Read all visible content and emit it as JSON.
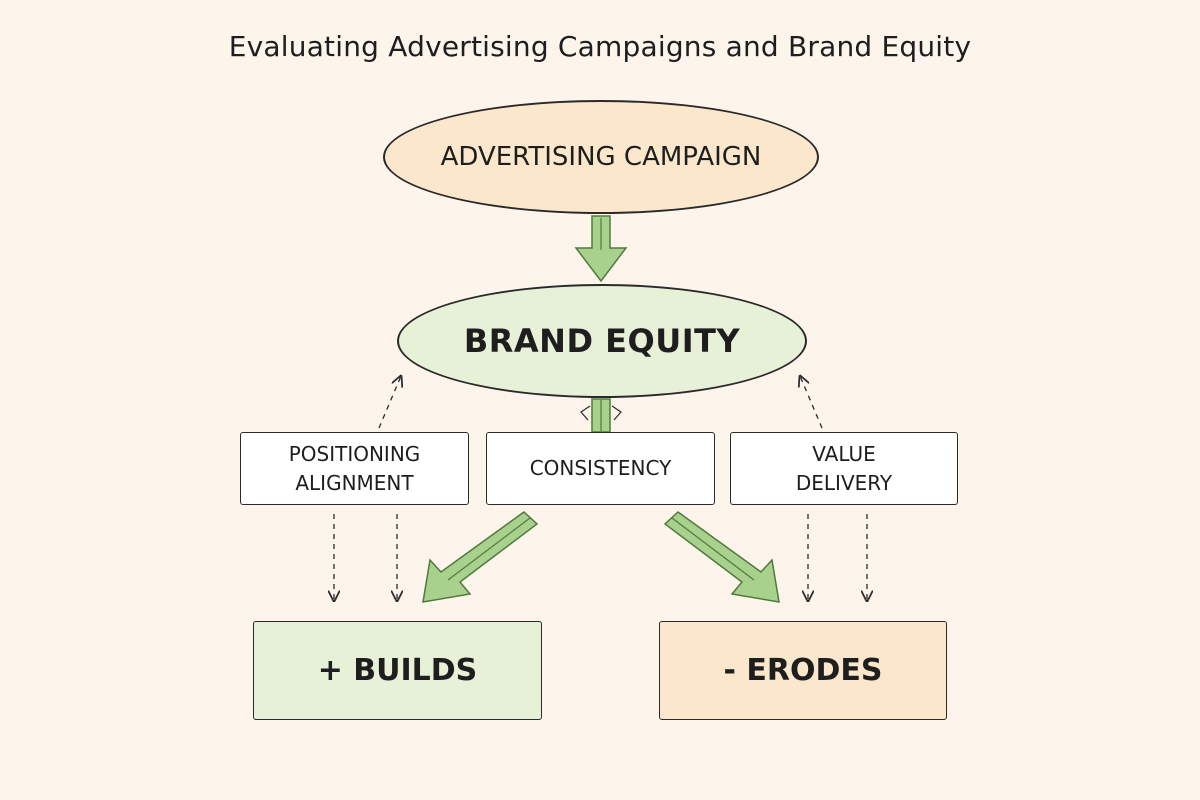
{
  "title": "Evaluating Advertising Campaigns and Brand Equity",
  "nodes": {
    "campaign": "ADVERTISING CAMPAIGN",
    "equity": "BRAND EQUITY"
  },
  "factors": {
    "positioning": [
      "POSITIONING",
      "ALIGNMENT"
    ],
    "consistency": "CONSISTENCY",
    "value": [
      "VALUE",
      "DELIVERY"
    ]
  },
  "outcomes": {
    "builds": "+ BUILDS",
    "erodes": "- ERODES"
  },
  "colors": {
    "background": "#fdf4ec",
    "campaign_fill": "#fbe8cc",
    "equity_fill": "#e6f1d8",
    "arrow_fill": "#a9d18e",
    "arrow_stroke": "#4f7a3c",
    "builds_fill": "#e6f1d8",
    "erodes_fill": "#fbe8cc"
  }
}
